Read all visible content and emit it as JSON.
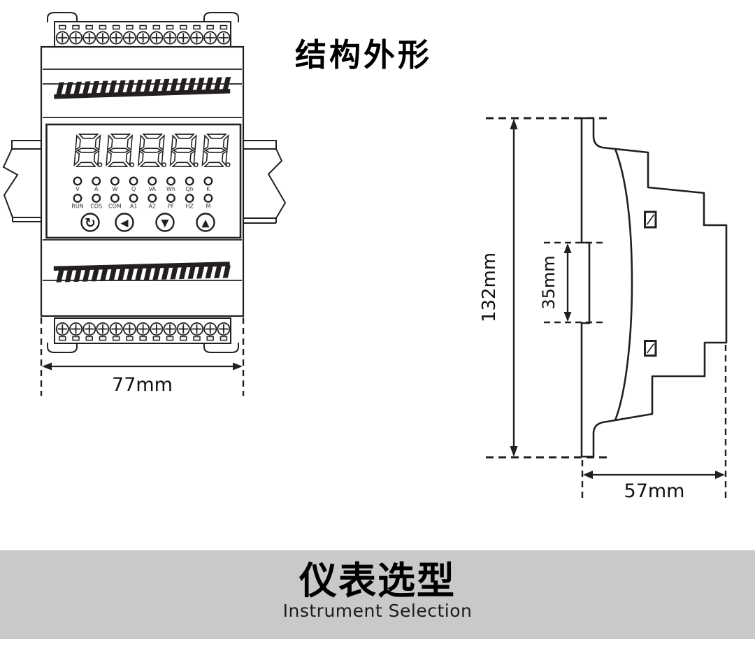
{
  "page": {
    "title": "结构外形"
  },
  "front_view": {
    "dimension_width": "77mm",
    "display_digits": [
      "8.",
      "8.",
      "8.",
      "8.",
      "8."
    ],
    "led_rows": [
      [
        "V",
        "A",
        "W",
        "Q",
        "VA",
        "Wh",
        "Qh",
        "K"
      ],
      [
        "RUN",
        "COS",
        "COM",
        "A1",
        "A2",
        "PF",
        "HZ",
        "M"
      ]
    ],
    "buttons": [
      {
        "name": "cycle",
        "glyph": "↻"
      },
      {
        "name": "left",
        "glyph": "◀"
      },
      {
        "name": "down",
        "glyph": "▼"
      },
      {
        "name": "up",
        "glyph": "▲"
      }
    ]
  },
  "side_view": {
    "dimension_height": "132mm",
    "dimension_rail": "35mm",
    "dimension_depth": "57mm"
  },
  "banner": {
    "title": "仪表选型",
    "subtitle": "Instrument Selection"
  },
  "colors": {
    "line": "#231f20",
    "banner_bg": "#c9c9c9"
  }
}
